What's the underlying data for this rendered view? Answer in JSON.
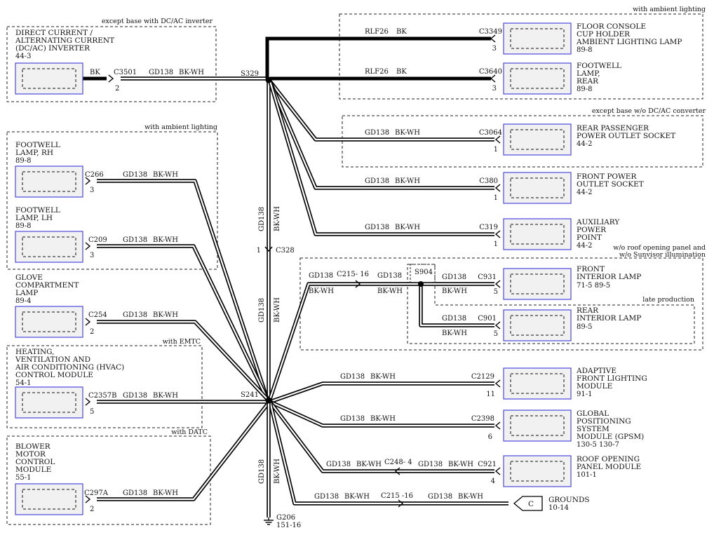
{
  "groups": {
    "dc_ac": "except base with DC/AC inverter",
    "ambient_top": "with ambient lighting",
    "ambient_left": "with ambient lighting",
    "power_outlet": "except base w/o DC/AC converter",
    "emtc": "with EMTC",
    "datc": "with DATC",
    "roof_l1": "w/o roof opening panel and",
    "roof_l2": "w/o Sunvisor illumination",
    "late": "late production"
  },
  "components": {
    "inverter": [
      "DIRECT CURRENT /",
      "ALTERNATING CURRENT",
      "(DC/AC) INVERTER",
      "44-3"
    ],
    "floor_console": [
      "FLOOR CONSOLE",
      "CUP HOLDER",
      "AMBIENT LIGHTING LAMP",
      "89-8"
    ],
    "footwell_rear": [
      "FOOTWELL",
      "LAMP,",
      "REAR",
      "89-8"
    ],
    "rear_outlet": [
      "REAR PASSENGER",
      "POWER OUTLET SOCKET",
      "44-2"
    ],
    "front_outlet": [
      "FRONT POWER",
      "OUTLET SOCKET",
      "44-2"
    ],
    "aux_power": [
      "AUXILIARY",
      "POWER",
      "POINT",
      "44-2"
    ],
    "footwell_rh": [
      "FOOTWELL",
      "LAMP, RH",
      "89-8"
    ],
    "footwell_lh": [
      "FOOTWELL",
      "LAMP, LH",
      "89-8"
    ],
    "glove": [
      "GLOVE",
      "COMPARTMENT",
      "LAMP",
      "89-4"
    ],
    "hvac": [
      "HEATING,",
      "VENTILATION AND",
      "AIR CONDITIONING (HVAC)",
      "CONTROL MODULE",
      "54-1"
    ],
    "blower": [
      "BLOWER",
      "MOTOR",
      "CONTROL",
      "MODULE",
      "55-1"
    ],
    "front_interior": [
      "FRONT",
      "INTERIOR LAMP",
      "71-5    89-5"
    ],
    "rear_interior": [
      "REAR",
      "INTERIOR LAMP",
      "89-5"
    ],
    "afl": [
      "ADAPTIVE",
      "FRONT LIGHTING",
      "MODULE",
      "91-1"
    ],
    "gpsm": [
      "GLOBAL",
      "POSITIONING",
      "SYSTEM",
      "MODULE (GPSM)",
      "130-5  130-7"
    ],
    "roof_panel": [
      "ROOF OPENING",
      "PANEL MODULE",
      "101-1"
    ],
    "grounds": [
      "GROUNDS",
      "10-14"
    ]
  },
  "connectors": {
    "c3501": "C3501",
    "c3349": "C3349",
    "c3640": "C3640",
    "c3064": "C3064",
    "c380": "C380",
    "c319": "C319",
    "c266": "C266",
    "c209": "C209",
    "c254": "C254",
    "c2357b": "C2357B",
    "c297a": "C297A",
    "c328": "C328",
    "c215_16a": "C215- 16",
    "c215_16b": "C215 -16",
    "c931": "C931",
    "c901": "C901",
    "c2129": "C2129",
    "c2398": "C2398",
    "c921": "C921",
    "c248_4": "C248- 4"
  },
  "pins": {
    "p2": "2",
    "p3": "3",
    "p1": "1",
    "p5": "5",
    "p11": "11",
    "p6": "6",
    "p4": "4"
  },
  "splices": {
    "s329": "S329",
    "s241": "S241",
    "s904": "S904"
  },
  "ground": {
    "id": "G206",
    "ref": "151-16"
  },
  "off_page": "C",
  "wires": {
    "circuit": "GD138",
    "color": "BK-WH",
    "rlf": "RLF26",
    "bk": "BK"
  }
}
